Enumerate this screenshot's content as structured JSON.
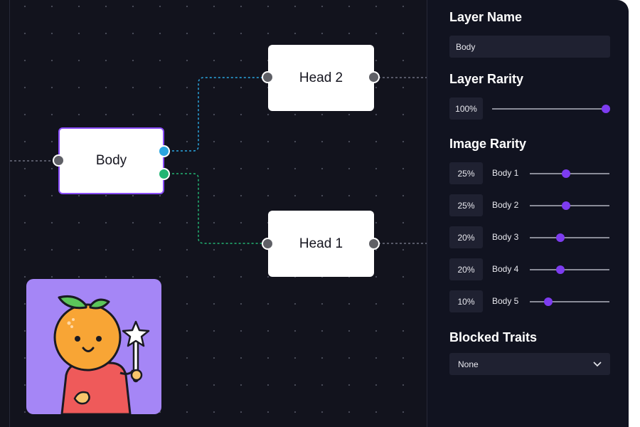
{
  "canvas": {
    "nodes": [
      {
        "id": "body",
        "label": "Body"
      },
      {
        "id": "head2",
        "label": "Head 2"
      },
      {
        "id": "head1",
        "label": "Head 1"
      }
    ]
  },
  "panel": {
    "layer_name": {
      "title": "Layer Name",
      "value": "Body"
    },
    "layer_rarity": {
      "title": "Layer Rarity",
      "percent_label": "100%",
      "value": 1.0
    },
    "image_rarity": {
      "title": "Image Rarity",
      "items": [
        {
          "label": "Body 1",
          "percent_label": "25%",
          "value": 0.25
        },
        {
          "label": "Body 2",
          "percent_label": "25%",
          "value": 0.25
        },
        {
          "label": "Body 3",
          "percent_label": "20%",
          "value": 0.2
        },
        {
          "label": "Body 4",
          "percent_label": "20%",
          "value": 0.2
        },
        {
          "label": "Body 5",
          "percent_label": "10%",
          "value": 0.1
        }
      ]
    },
    "blocked_traits": {
      "title": "Blocked Traits",
      "selected": "None"
    }
  },
  "colors": {
    "accent": "#7d3cf0",
    "wire_blue": "#2aa6e0",
    "wire_green": "#22b573",
    "mascot_bg": "#a586f6"
  },
  "icons": {
    "dropdown": "chevron-down-icon",
    "mascot": "orange-mascot-with-wand"
  }
}
